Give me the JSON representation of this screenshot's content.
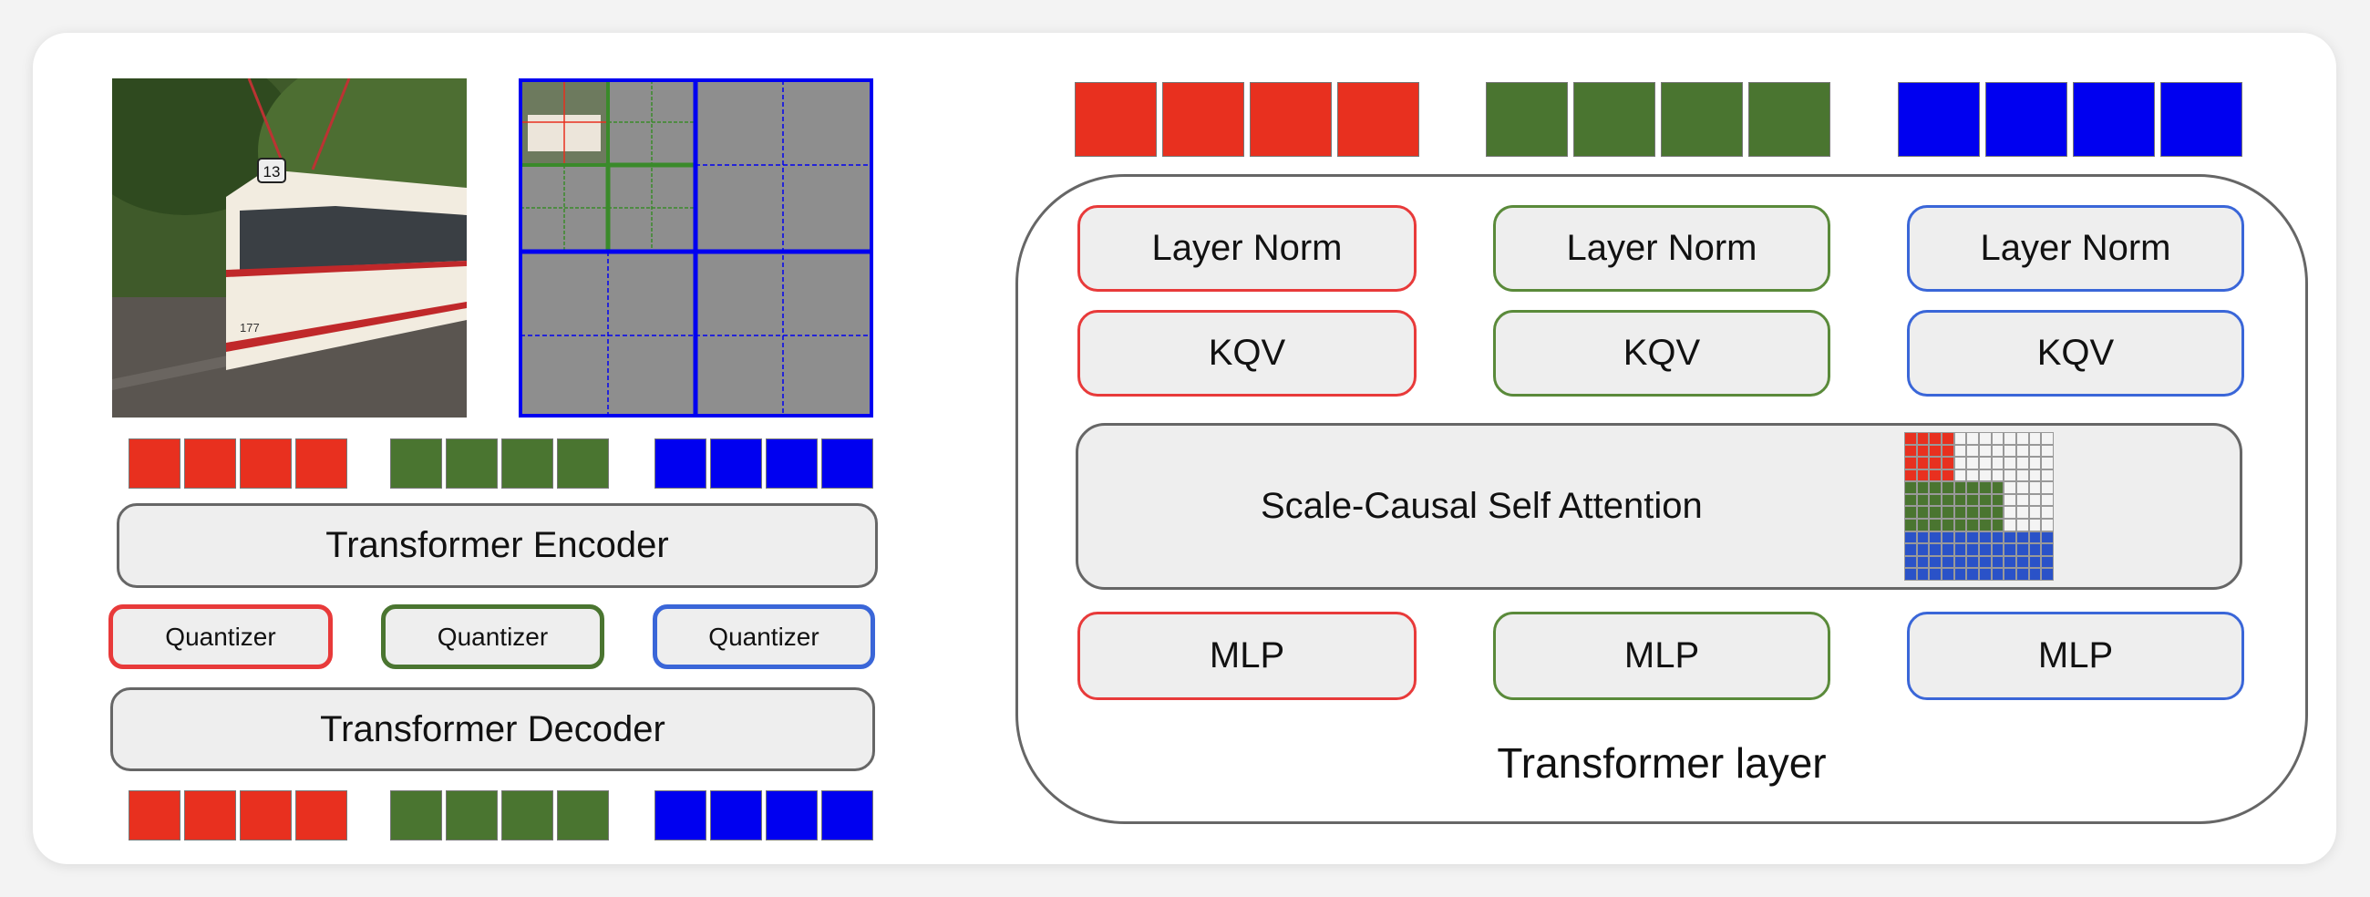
{
  "colors": {
    "red": "#e8301f",
    "green": "#4a7530",
    "blue": "#0000f0",
    "red_outline": "#e83a3a",
    "green_outline": "#5a8a3a",
    "blue_outline": "#3a66d8",
    "attn_blue": "#2a52c8"
  },
  "tokens_per_scale": 4,
  "left_panel": {
    "encoder_label": "Transformer Encoder",
    "quantizers": [
      "Quantizer",
      "Quantizer",
      "Quantizer"
    ],
    "decoder_label": "Transformer Decoder",
    "tram_route_number": "13",
    "tram_fleet_number": "177"
  },
  "right_panel": {
    "layer_norm": [
      "Layer Norm",
      "Layer Norm",
      "Layer Norm"
    ],
    "kqv": [
      "KQV",
      "KQV",
      "KQV"
    ],
    "attention_label": "Scale-Causal Self Attention",
    "mlp": [
      "MLP",
      "MLP",
      "MLP"
    ],
    "caption": "Transformer layer"
  }
}
